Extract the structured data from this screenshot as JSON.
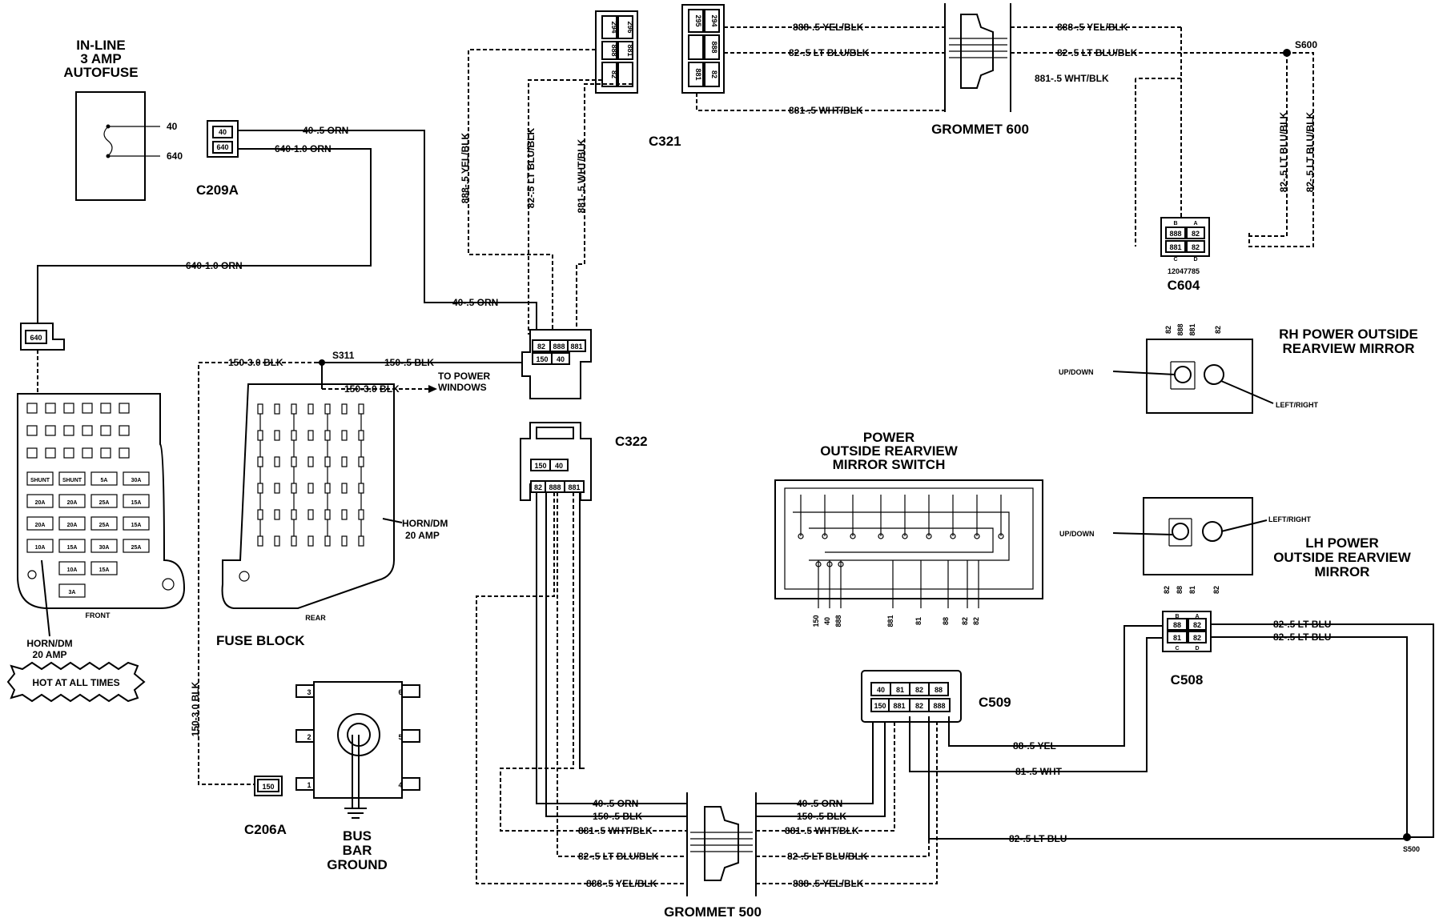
{
  "autofuse": {
    "title1": "IN-LINE",
    "title2": "3 AMP",
    "title3": "AUTOFUSE",
    "pin_a": "40",
    "pin_b": "640"
  },
  "c209a": {
    "name": "C209A",
    "pin_a": "40",
    "pin_b": "640"
  },
  "c206a": {
    "name": "C206A",
    "pin": "150"
  },
  "fusebox_conn": {
    "pin": "640"
  },
  "connectors": {
    "c321": "C321",
    "c322": "C322",
    "c604": "C604",
    "c604_part": "12047785",
    "c509": "C509",
    "c508": "C508",
    "s311": "S311",
    "s600": "S600",
    "s500": "S500"
  },
  "c321_left": {
    "p1": "294",
    "p2": "296",
    "p3": "888",
    "p4": "881",
    "p5": "82"
  },
  "c321_right": {
    "p1": "295",
    "p2": "294",
    "p3": "888",
    "p4": "881",
    "p5": "82"
  },
  "c321_lower": {
    "p1": "82",
    "p2": "888",
    "p3": "881",
    "p4": "150",
    "p5": "40"
  },
  "c322_box": {
    "p1": "150",
    "p2": "40",
    "p3": "82",
    "p4": "888",
    "p5": "881"
  },
  "c604_box": {
    "ca": "A",
    "cb": "B",
    "cc": "C",
    "cd": "D",
    "p1": "888",
    "p2": "82",
    "p3": "881",
    "p4": "82"
  },
  "c508_box": {
    "ca": "A",
    "cb": "B",
    "cc": "C",
    "cd": "D",
    "p1": "88",
    "p2": "82",
    "p3": "81",
    "p4": "82"
  },
  "c509_box": {
    "p1": "40",
    "p2": "81",
    "p3": "82",
    "p4": "88",
    "p5": "150",
    "p6": "881",
    "p7": "82",
    "p8": "888"
  },
  "grommets": {
    "g600": "GROMMET 600",
    "g500": "GROMMET 500"
  },
  "wires": {
    "w_40_orn": "40-.5 ORN",
    "w_640_orn": "640-1.0 ORN",
    "w_150_3_blk": "150-3.0 BLK",
    "w_150_5_blk": "150-.5 BLK",
    "w_888_yel": "888-.5 YEL/BLK",
    "w_82_ltblu_blk": "82-.5 LT BLU/BLK",
    "w_881_wht": "881-.5 WHT/BLK",
    "w_82_ltblu": "82-.5 LT BLU",
    "w_88_yel": "88-.5 YEL",
    "w_81_wht": "81-.5 WHT",
    "to_power_windows": "TO POWER\nWINDOWS"
  },
  "fuse_front": {
    "title": "FRONT",
    "shunt": "SHUNT",
    "a5": "5A",
    "a30": "30A",
    "a20": "20A",
    "a25": "25A",
    "a15": "15A",
    "a10": "10A",
    "a3": "3A"
  },
  "fuse_block": {
    "title": "FUSE BLOCK",
    "rear": "REAR"
  },
  "horn": {
    "line1": "HORN/DM",
    "line2": "20 AMP"
  },
  "hot": "HOT AT ALL TIMES",
  "bus": {
    "line1": "BUS",
    "line2": "BAR",
    "line3": "GROUND",
    "p1": "1",
    "p2": "2",
    "p3": "3",
    "p4": "4",
    "p5": "5",
    "p6": "6"
  },
  "switch": {
    "title1": "POWER",
    "title2": "OUTSIDE REARVIEW",
    "title3": "MIRROR SWITCH",
    "t1": "150",
    "t2": "40",
    "t3": "888",
    "t4": "881",
    "t5": "81",
    "t6": "88",
    "t7": "82",
    "t8": "82"
  },
  "rh_mirror": {
    "title1": "RH POWER OUTSIDE",
    "title2": "REARVIEW MIRROR",
    "updown": "UP/DOWN",
    "leftright": "LEFT/RIGHT",
    "t1": "82",
    "t2": "888",
    "t3": "881",
    "t4": "82"
  },
  "lh_mirror": {
    "title1": "LH POWER",
    "title2": "OUTSIDE REARVIEW",
    "title3": "MIRROR",
    "updown": "UP/DOWN",
    "leftright": "LEFT/RIGHT",
    "t1": "82",
    "t2": "88",
    "t3": "81",
    "t4": "82"
  }
}
